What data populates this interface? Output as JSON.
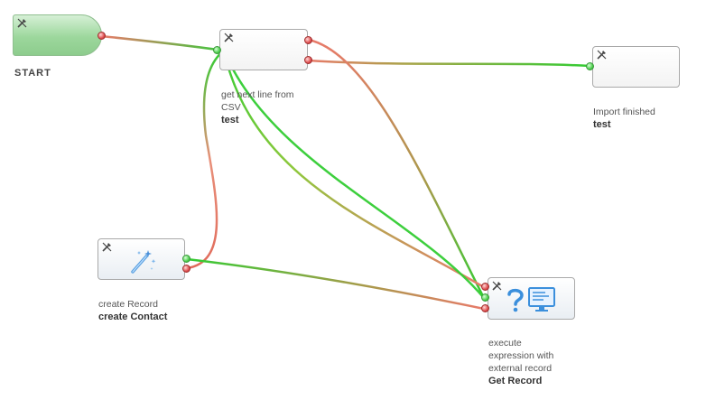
{
  "workflow": {
    "start": {
      "label": "START"
    },
    "nodes": [
      {
        "id": "getline",
        "title": "get next line from\nCSV",
        "name": "test"
      },
      {
        "id": "import",
        "title": "Import finished",
        "name": "test"
      },
      {
        "id": "create",
        "title": "create Record",
        "name": "create Contact"
      },
      {
        "id": "execute",
        "title": "execute\nexpression with\nexternal record",
        "name": "Get Record"
      }
    ]
  },
  "colors": {
    "success_wire": "#33cc33",
    "failure_wire": "#e8806e",
    "mixed_wire": "#a89a4a",
    "start_fill": "#9cd79c"
  },
  "icons": {
    "tool": "wrench-screwdriver-icon",
    "magic": "magic-wand-icon",
    "help": "question-mark-icon",
    "screen": "monitor-icon"
  }
}
